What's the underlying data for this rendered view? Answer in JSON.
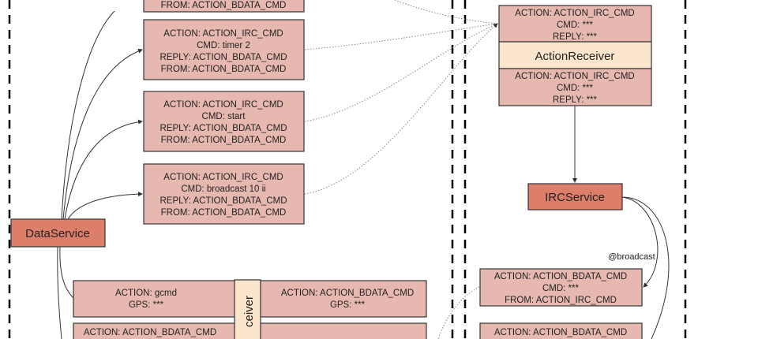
{
  "left_messages": [
    {
      "lines": [
        "FROM: ACTION_BDATA_CMD"
      ]
    },
    {
      "lines": [
        "ACTION: ACTION_IRC_CMD",
        "CMD: timer 2",
        "REPLY: ACTION_BDATA_CMD",
        "FROM: ACTION_BDATA_CMD"
      ]
    },
    {
      "lines": [
        "ACTION: ACTION_IRC_CMD",
        "CMD: start",
        "REPLY: ACTION_BDATA_CMD",
        "FROM: ACTION_BDATA_CMD"
      ]
    },
    {
      "lines": [
        "ACTION: ACTION_IRC_CMD",
        "CMD: broadcast 10 ii",
        "REPLY: ACTION_BDATA_CMD",
        "FROM: ACTION_BDATA_CMD"
      ]
    }
  ],
  "data_service": "DataService",
  "bottom_receiver": {
    "label": "ceiver",
    "left_lines": [
      "ACTION: gcmd",
      "GPS: ***"
    ],
    "right_lines": [
      "ACTION: ACTION_BDATA_CMD",
      "GPS: ***"
    ],
    "next_partial": "ACTION: ACTION_BDATA_CMD"
  },
  "action_receiver": {
    "top_lines": [
      "ACTION: ACTION_IRC_CMD",
      "CMD: ***",
      "REPLY: ***"
    ],
    "label": "ActionReceiver",
    "bottom_lines": [
      "ACTION: ACTION_IRC_CMD",
      "CMD: ***",
      "REPLY: ***"
    ]
  },
  "irc_service": "IRCService",
  "broadcast_label": "@broadcast",
  "right_messages": [
    {
      "lines": [
        "ACTION: ACTION_BDATA_CMD",
        "CMD: ***",
        "FROM: ACTION_IRC_CMD"
      ]
    },
    {
      "lines": [
        "ACTION: ACTION_BDATA_CMD"
      ]
    }
  ],
  "colors": {
    "message": "#e6b8af",
    "service": "#dd7e6b",
    "receiver": "#fce5cd"
  }
}
